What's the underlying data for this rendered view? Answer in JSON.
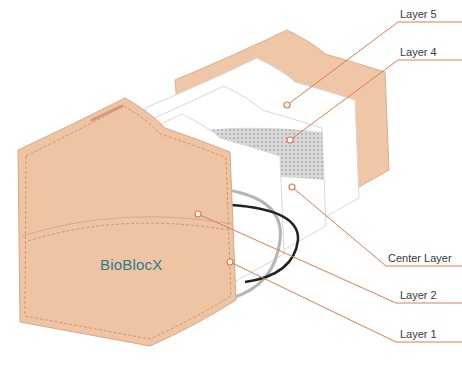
{
  "diagram": {
    "labels": [
      "Layer 5",
      "Layer 4",
      "Center Layer",
      "Layer 2",
      "Layer 1",
      "BioBlocX"
    ]
  }
}
